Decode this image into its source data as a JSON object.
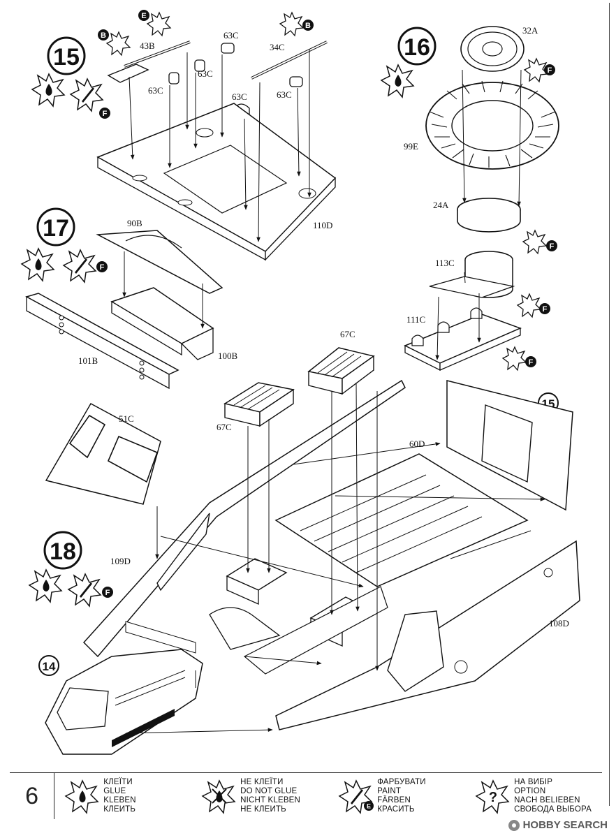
{
  "page": {
    "number": "6"
  },
  "steps": {
    "s15": "15",
    "s16": "16",
    "s17": "17",
    "s18": "18",
    "ref15": "15",
    "ref14": "14"
  },
  "badges": {
    "b": "B",
    "e": "E",
    "f": "F"
  },
  "parts": {
    "p43B": "43B",
    "p63C_1": "63C",
    "p63C_2": "63C",
    "p63C_3": "63C",
    "p63C_4": "63C",
    "p63C_5": "63C",
    "p34C": "34C",
    "p110D": "110D",
    "p32A": "32A",
    "p99E": "99E",
    "p24A": "24A",
    "p113C": "113C",
    "p111C": "111C",
    "p90B": "90B",
    "p100B": "100B",
    "p101B": "101B",
    "p67C_top": "67C",
    "p67C_left": "67C",
    "p51C": "51C",
    "p60D": "60D",
    "p109D": "109D",
    "p108D": "108D"
  },
  "legend": {
    "glue": [
      "КЛЕЇТИ",
      "GLUE",
      "KLEBEN",
      "КЛЕИТЬ"
    ],
    "noglue": [
      "НЕ КЛЕЇТИ",
      "DO NOT GLUE",
      "NICHT KLEBEN",
      "НЕ КЛЕИТЬ"
    ],
    "paint": [
      "ФАРБУВАТИ",
      "PAINT",
      "FÄRBEN",
      "КРАСИТЬ"
    ],
    "option": [
      "НА ВИБІР",
      "OPTION",
      "NACH BELIEBEN",
      "СВОБОДА ВЫБОРА"
    ]
  },
  "watermark": "HOBBY SEARCH"
}
